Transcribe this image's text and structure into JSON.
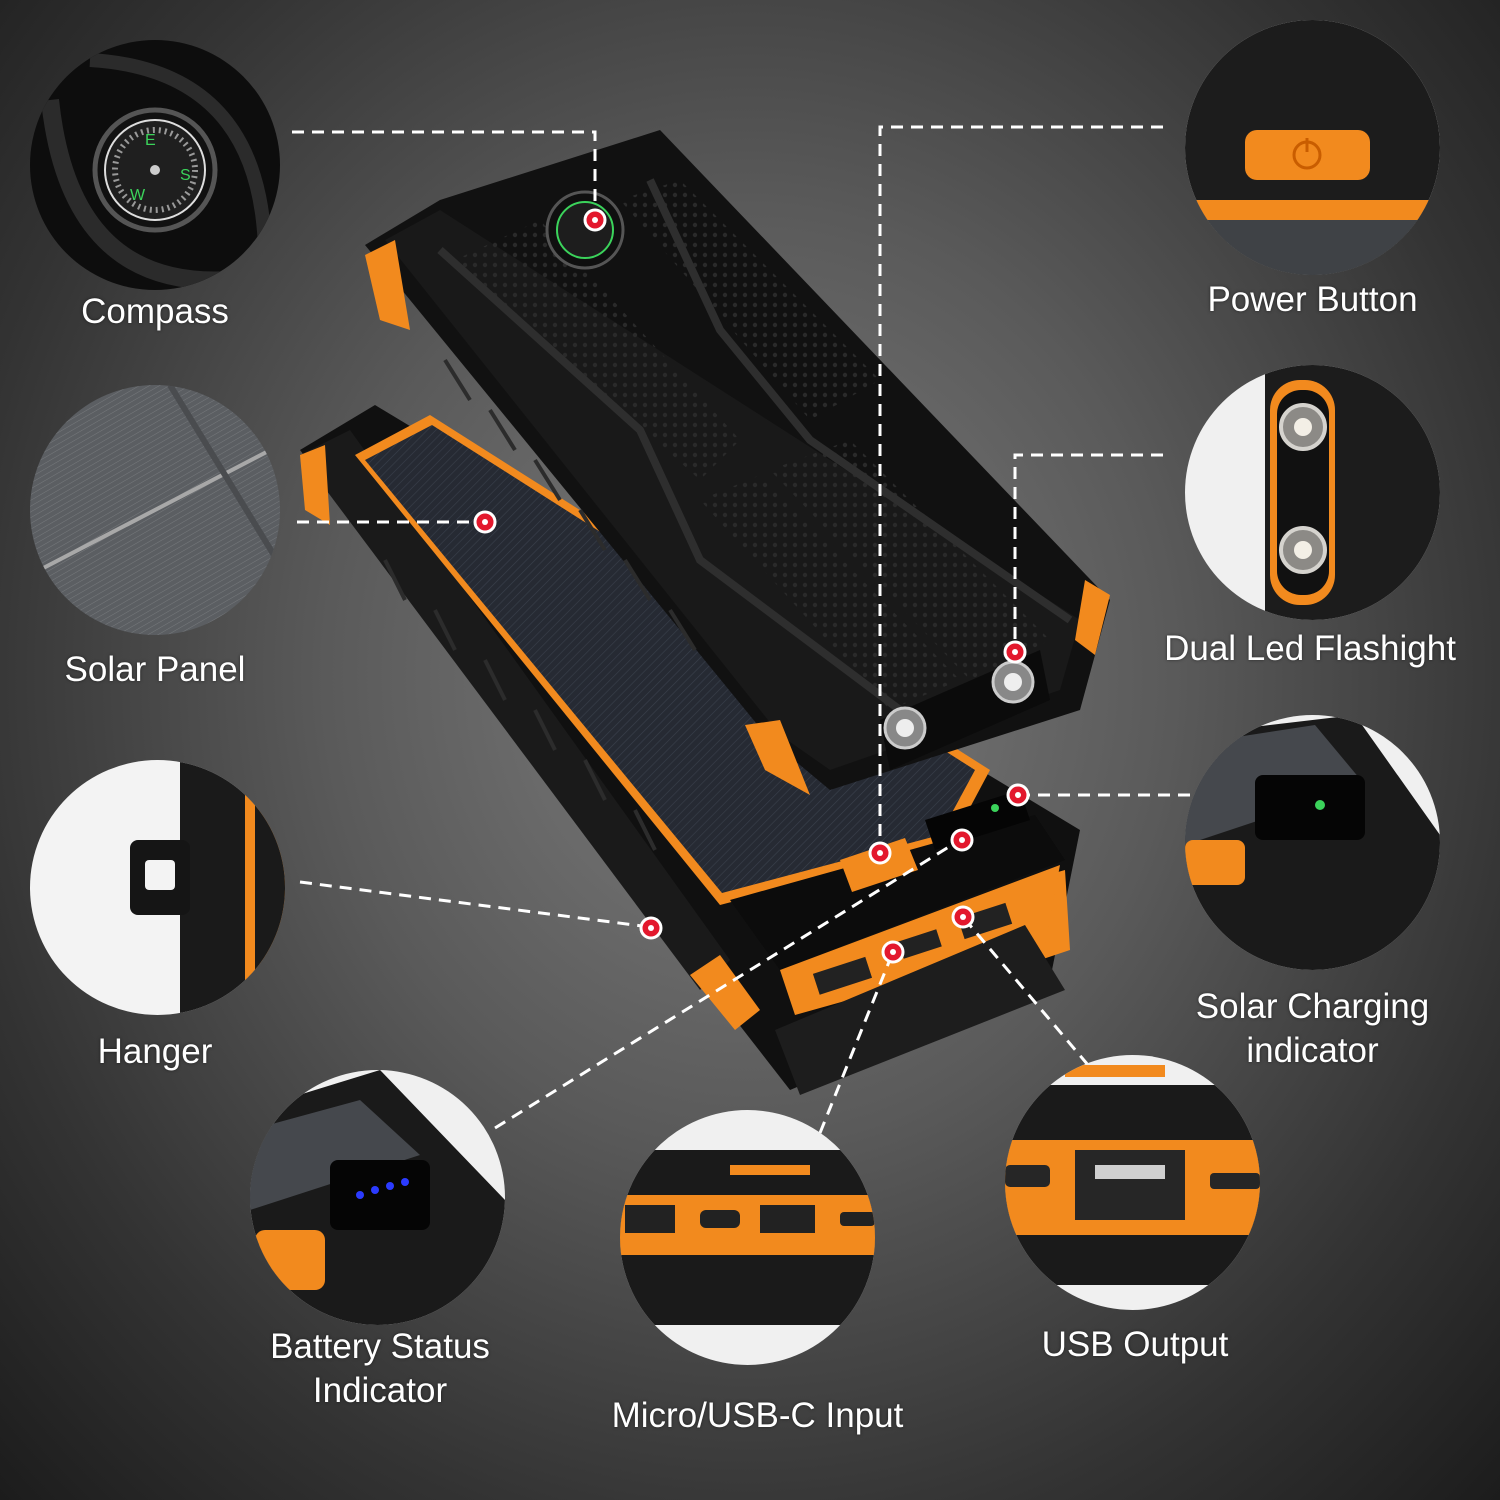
{
  "labels": {
    "compass": "Compass",
    "solar_panel": "Solar Panel",
    "hanger": "Hanger",
    "battery_status_line1": "Battery Status",
    "battery_status_line2": "Indicator",
    "micro_usbc_input": "Micro/USB-C Input",
    "usb_output": "USB Output",
    "solar_charging_line1": "Solar Charging",
    "solar_charging_line2": "indicator",
    "dual_led": "Dual Led Flashight",
    "power_button": "Power Button"
  },
  "colors": {
    "accent_orange": "#f28a1e",
    "device_black": "#151515",
    "marker_red": "#e3182d",
    "led_green": "#3bd35b",
    "led_blue": "#2b3bff"
  }
}
